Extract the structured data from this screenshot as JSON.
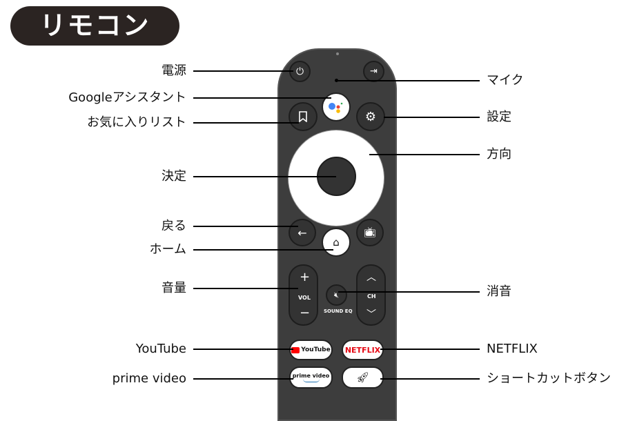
{
  "title": "リモコン",
  "labels_left": {
    "power": "電源",
    "assistant": "Googleアシスタント",
    "favorites": "お気に入りリスト",
    "ok": "決定",
    "back": "戻る",
    "home": "ホーム",
    "volume": "音量",
    "youtube": "YouTube",
    "prime": "prime video"
  },
  "labels_right": {
    "mic": "マイク",
    "settings": "設定",
    "direction": "方向",
    "mute": "消音",
    "netflix": "NETFLIX",
    "shortcut": "ショートカットボタン"
  },
  "remote": {
    "vol": "VOL",
    "ch": "CH",
    "sound_eq": "SOUND EQ",
    "youtube_logo": "YouTube",
    "netflix_logo": "NETFLIX",
    "prime_logo": "prime video"
  },
  "colors": {
    "body": "#3d3d3d",
    "youtube_red": "#ff0000",
    "netflix_red": "#e50914",
    "title_bg": "#2b2422"
  }
}
